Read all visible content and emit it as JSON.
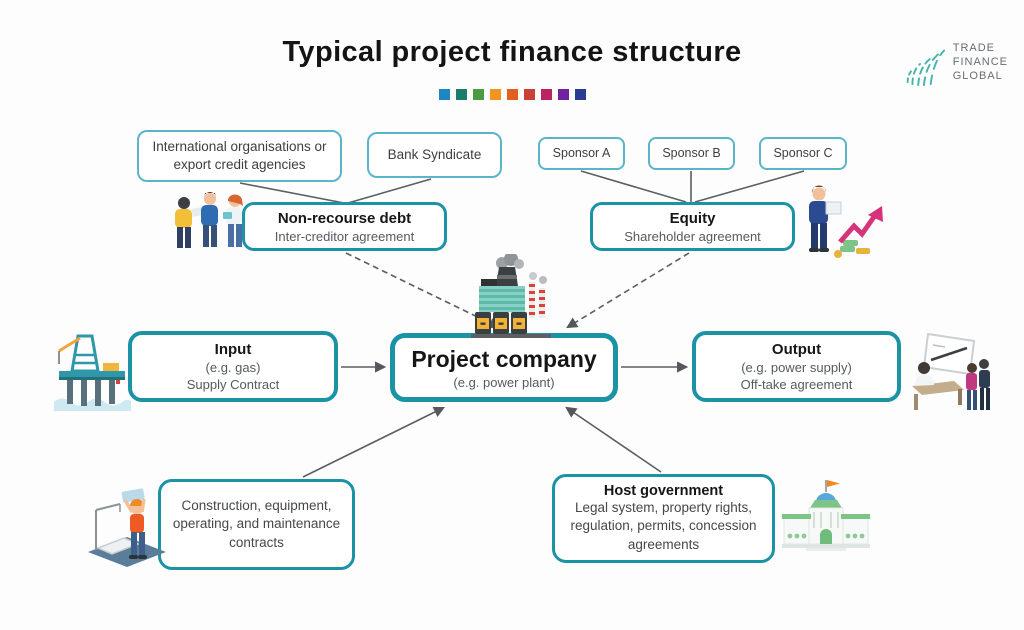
{
  "header": {
    "title": "Typical project finance structure",
    "palette": [
      "#1f86c4",
      "#1a7d69",
      "#4d9a44",
      "#f39422",
      "#e2601f",
      "#c94136",
      "#bb2361",
      "#7221a0",
      "#2b3a92"
    ]
  },
  "logo": {
    "line1": "TRADE",
    "line2": "FINANCE",
    "line3": "GLOBAL",
    "accent": "#46b4ac"
  },
  "nodes": {
    "intl_orgs": {
      "label": "International organisations or export credit agencies"
    },
    "bank_syndicate": {
      "label": "Bank Syndicate"
    },
    "sponsor_a": {
      "label": "Sponsor A"
    },
    "sponsor_b": {
      "label": "Sponsor B"
    },
    "sponsor_c": {
      "label": "Sponsor C"
    },
    "non_recourse_debt": {
      "title": "Non-recourse debt",
      "subtitle": "Inter-creditor agreement"
    },
    "equity": {
      "title": "Equity",
      "subtitle": "Shareholder agreement"
    },
    "project_company": {
      "title": "Project company",
      "subtitle": "(e.g. power plant)"
    },
    "input": {
      "title": "Input",
      "line2": "(e.g. gas)",
      "line3": "Supply Contract"
    },
    "output": {
      "title": "Output",
      "line2": "(e.g. power supply)",
      "line3": "Off-take agreement"
    },
    "construction": {
      "label": "Construction, equipment, operating, and maintenance contracts"
    },
    "host_government": {
      "title": "Host government",
      "subtitle": "Legal system, property rights, regulation, permits, concession agreements"
    }
  },
  "illustrations": {
    "factory": "power-plant-factory",
    "oil_rig": "offshore-oil-rig",
    "whiteboard": "people-at-presentation-board",
    "worker": "construction-worker",
    "government": "government-building",
    "lenders_group": "group-of-three-people",
    "investor": "businessman-with-rising-chart"
  },
  "colors": {
    "accent_teal": "#1b93a5",
    "light_box_border": "#5ab5c9",
    "connector_gray": "#5a5f63",
    "chart_pink": "#d6347a"
  }
}
